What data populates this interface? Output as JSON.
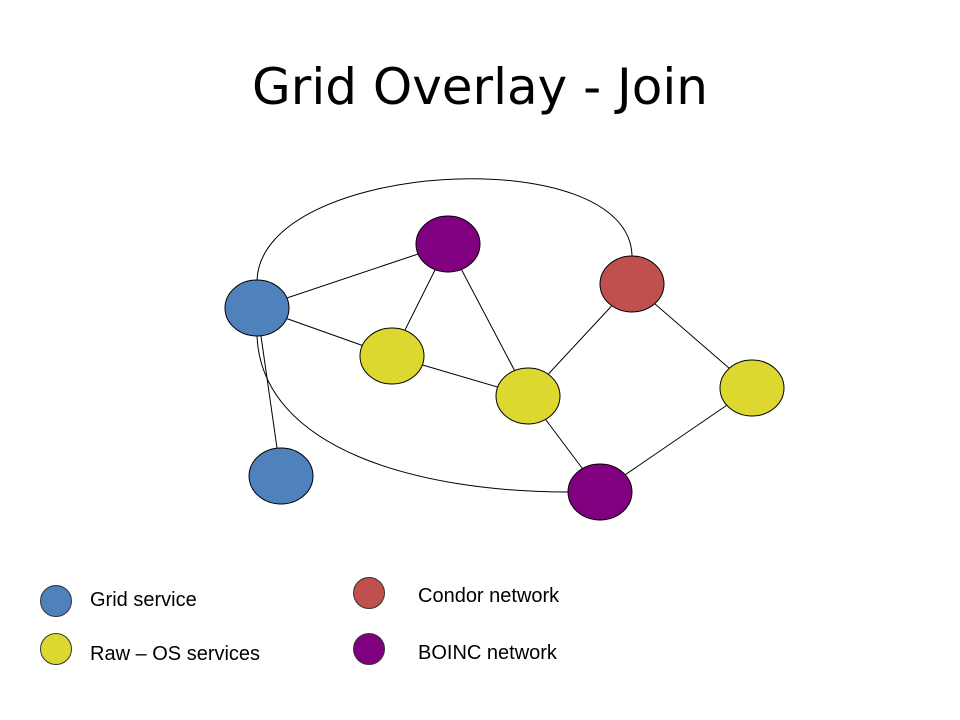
{
  "slide": {
    "title": "Grid Overlay - Join"
  },
  "legend": [
    {
      "key": "grid",
      "label": "Grid service",
      "color": "#4f81bd"
    },
    {
      "key": "raw",
      "label": "Raw – OS services",
      "color": "#dcd830"
    },
    {
      "key": "condor",
      "label": "Condor network",
      "color": "#c0504d"
    },
    {
      "key": "boinc",
      "label": "BOINC network",
      "color": "#800080"
    }
  ],
  "nodes": [
    {
      "id": "grid-a",
      "type": "grid"
    },
    {
      "id": "grid-b",
      "type": "grid"
    },
    {
      "id": "boinc-top",
      "type": "boinc"
    },
    {
      "id": "condor-1",
      "type": "condor"
    },
    {
      "id": "raw-left",
      "type": "raw"
    },
    {
      "id": "raw-center",
      "type": "raw"
    },
    {
      "id": "raw-right",
      "type": "raw"
    },
    {
      "id": "boinc-bottom",
      "type": "boinc"
    }
  ],
  "edges": [
    {
      "from": "grid-a",
      "to": "boinc-top"
    },
    {
      "from": "grid-a",
      "to": "raw-left"
    },
    {
      "from": "grid-a",
      "to": "grid-b"
    },
    {
      "from": "grid-a",
      "to": "condor-1",
      "style": "arc-top"
    },
    {
      "from": "grid-a",
      "to": "boinc-bottom",
      "style": "arc-bottom"
    },
    {
      "from": "boinc-top",
      "to": "raw-left"
    },
    {
      "from": "boinc-top",
      "to": "raw-center"
    },
    {
      "from": "raw-left",
      "to": "raw-center"
    },
    {
      "from": "condor-1",
      "to": "raw-center"
    },
    {
      "from": "condor-1",
      "to": "raw-right"
    },
    {
      "from": "raw-center",
      "to": "boinc-bottom"
    },
    {
      "from": "raw-right",
      "to": "boinc-bottom"
    }
  ]
}
